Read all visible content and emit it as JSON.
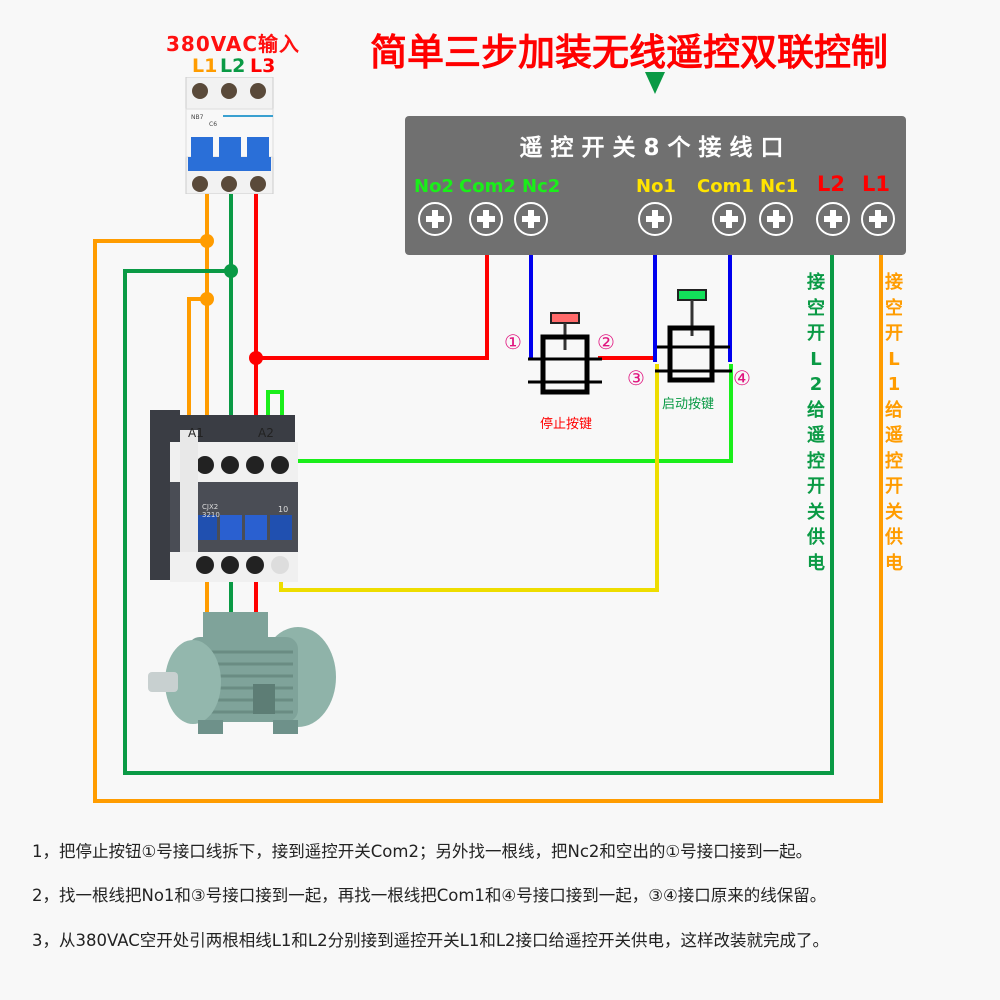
{
  "title": "简单三步加装无线遥控双联控制",
  "input": {
    "label": "380VAC输入",
    "phases": [
      {
        "label": "L1",
        "color": "#ff9c00"
      },
      {
        "label": "L2",
        "color": "#0a9a45"
      },
      {
        "label": "L3",
        "color": "#ff0000"
      }
    ]
  },
  "breaker": {
    "brand_text": "NB7",
    "rating_text": "C6"
  },
  "contactor": {
    "model_text": "CJX2 3210",
    "aux_text": "10",
    "coil_labels": [
      "A1",
      "A2"
    ]
  },
  "remote_panel": {
    "title": "遥控开关8个接线口",
    "terminals": [
      {
        "label": "No2",
        "color": "#1aee1a"
      },
      {
        "label": "Com2",
        "color": "#1aee1a"
      },
      {
        "label": "Nc2",
        "color": "#1aee1a"
      },
      {
        "label": "No1",
        "color": "#ffe400"
      },
      {
        "label": "Com1",
        "color": "#ffe400"
      },
      {
        "label": "Nc1",
        "color": "#ffe400"
      },
      {
        "label": "L2",
        "color": "#ff0000"
      },
      {
        "label": "L1",
        "color": "#ff0000"
      }
    ]
  },
  "buttons": {
    "stop": {
      "label": "停止按键",
      "color": "#ff0000"
    },
    "start": {
      "label": "启动按键",
      "color": "#0a9a45"
    }
  },
  "connection_points": [
    "①",
    "②",
    "③",
    "④"
  ],
  "side_notes": {
    "l2": {
      "text": "接空开L2给遥控开关供电",
      "color": "#0a9a45"
    },
    "l1": {
      "text": "接空开L1给遥控开关供电",
      "color": "#ff9c00"
    }
  },
  "steps": [
    "1，把停止按钮①号接口线拆下，接到遥控开关Com2；另外找一根线，把Nc2和空出的①号接口接到一起。",
    "2，找一根线把No1和③号接口接到一起，再找一根线把Com1和④号接口接到一起，③④接口原来的线保留。",
    "3，从380VAC空开处引两根相线L1和L2分别接到遥控开关L1和L2接口给遥控开关供电，这样改装就完成了。"
  ],
  "wire_colors": {
    "orange": "#ff9c00",
    "green": "#0a9a45",
    "red": "#ff0000",
    "blue": "#0000ee",
    "lime": "#1aee1a",
    "yellow": "#eedd00"
  }
}
